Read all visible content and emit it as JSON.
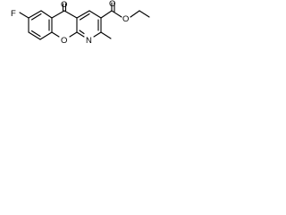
{
  "structure": {
    "atoms": {
      "fluorine": "F",
      "ketone_oxygen": "O",
      "ester_carbonyl_oxygen": "O",
      "ester_ether_oxygen": "O",
      "ring_oxygen": "O",
      "pyridine_nitrogen": "N"
    },
    "colors": {
      "bond": "#000000",
      "label": "#000000",
      "background": "#ffffff"
    }
  }
}
